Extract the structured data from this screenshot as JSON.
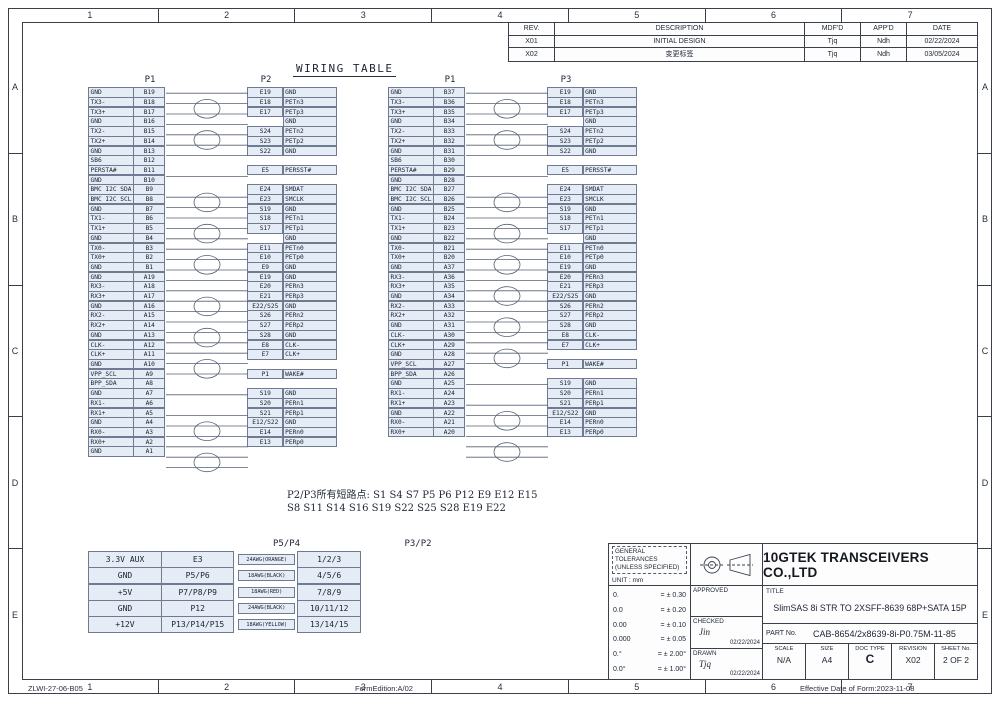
{
  "frame": {
    "cols": [
      "1",
      "2",
      "3",
      "4",
      "5",
      "6",
      "7"
    ],
    "rows": [
      "A",
      "B",
      "C",
      "D",
      "E"
    ],
    "doc_code": "ZLWI-27-06-B05",
    "form_edition": "FormEdition:A/02",
    "effective": "Effective Date of Form:2023-11-08"
  },
  "revision_table": {
    "headers": {
      "rev": "REV.",
      "description": "DESCRIPTION",
      "mdfd": "MDF'D",
      "appd": "APP'D",
      "date": "DATE"
    },
    "rows": [
      {
        "rev": "X01",
        "description": "INITIAL DESIGN",
        "mdfd": "Tjq",
        "appd": "Ndh",
        "date": "02/22/2024"
      },
      {
        "rev": "X02",
        "description": "变更标签",
        "mdfd": "Tjq",
        "appd": "Ndh",
        "date": "03/05/2024"
      }
    ]
  },
  "wiring": {
    "title": "WIRING TABLE",
    "note1": "P2/P3所有短路点: S1 S4 S7 P5 P6 P12 E9 E12 E15",
    "note2": "S8 S11 S14 S16 S19 S22 S25 S28 E19 E22",
    "left": {
      "h1": "P1",
      "h2": "P2",
      "rows": [
        {
          "sl": "GND",
          "pl": "B19",
          "pr": "E19",
          "sr": "GND"
        },
        {
          "sl": "TX3-",
          "pl": "B18",
          "pr": "E18",
          "sr": "PETn3",
          "tw": 1
        },
        {
          "sl": "TX3+",
          "pl": "B17",
          "pr": "E17",
          "sr": "PETp3"
        },
        {
          "sl": "GND",
          "pl": "B16",
          "pr": "",
          "sr": "GND"
        },
        {
          "sl": "TX2-",
          "pl": "B15",
          "pr": "S24",
          "sr": "PETn2",
          "tw": 1
        },
        {
          "sl": "TX2+",
          "pl": "B14",
          "pr": "S23",
          "sr": "PETp2"
        },
        {
          "sl": "GND",
          "pl": "B13",
          "pr": "S22",
          "sr": "GND"
        },
        {
          "sl": "SB6",
          "pl": "B12",
          "pr": "",
          "sr": ""
        },
        {
          "sl": "PERSTA#",
          "pl": "B11",
          "pr": "E5",
          "sr": "PERSST#"
        },
        {
          "sl": "GND",
          "pl": "B10",
          "pr": "",
          "sr": ""
        },
        {
          "sl": "BMC I2C SDA",
          "pl": "B9",
          "pr": "E24",
          "sr": "SMDAT",
          "tw": 1
        },
        {
          "sl": "BMC I2C SCL",
          "pl": "B8",
          "pr": "E23",
          "sr": "SMCLK"
        },
        {
          "sl": "GND",
          "pl": "B7",
          "pr": "S19",
          "sr": "GND"
        },
        {
          "sl": "TX1-",
          "pl": "B6",
          "pr": "S18",
          "sr": "PETn1",
          "tw": 1
        },
        {
          "sl": "TX1+",
          "pl": "B5",
          "pr": "S17",
          "sr": "PETp1"
        },
        {
          "sl": "GND",
          "pl": "B4",
          "pr": "",
          "sr": "GND"
        },
        {
          "sl": "TX0-",
          "pl": "B3",
          "pr": "E11",
          "sr": "PETn0",
          "tw": 1
        },
        {
          "sl": "TX0+",
          "pl": "B2",
          "pr": "E10",
          "sr": "PETp0"
        },
        {
          "sl": "GND",
          "pl": "B1",
          "pr": "E9",
          "sr": "GND"
        },
        {
          "sl": "GND",
          "pl": "A19",
          "pr": "E19",
          "sr": "GND"
        },
        {
          "sl": "RX3-",
          "pl": "A18",
          "pr": "E20",
          "sr": "PERn3",
          "tw": 1
        },
        {
          "sl": "RX3+",
          "pl": "A17",
          "pr": "E21",
          "sr": "PERp3"
        },
        {
          "sl": "GND",
          "pl": "A16",
          "pr": "E22/S25",
          "sr": "GND"
        },
        {
          "sl": "RX2-",
          "pl": "A15",
          "pr": "S26",
          "sr": "PERn2",
          "tw": 1
        },
        {
          "sl": "RX2+",
          "pl": "A14",
          "pr": "S27",
          "sr": "PERp2"
        },
        {
          "sl": "GND",
          "pl": "A13",
          "pr": "S28",
          "sr": "GND"
        },
        {
          "sl": "CLK-",
          "pl": "A12",
          "pr": "E8",
          "sr": "CLK-",
          "tw": 1
        },
        {
          "sl": "CLK+",
          "pl": "A11",
          "pr": "E7",
          "sr": "CLK+"
        },
        {
          "sl": "GND",
          "pl": "A10",
          "pr": "",
          "sr": ""
        },
        {
          "sl": "VPP_SCL",
          "pl": "A9",
          "pr": "P1",
          "sr": "WAKE#"
        },
        {
          "sl": "BPP_SDA",
          "pl": "A8",
          "pr": "",
          "sr": ""
        },
        {
          "sl": "GND",
          "pl": "A7",
          "pr": "S19",
          "sr": "GND"
        },
        {
          "sl": "RX1-",
          "pl": "A6",
          "pr": "S20",
          "sr": "PERn1",
          "tw": 1
        },
        {
          "sl": "RX1+",
          "pl": "A5",
          "pr": "S21",
          "sr": "PERp1"
        },
        {
          "sl": "GND",
          "pl": "A4",
          "pr": "E12/S22",
          "sr": "GND"
        },
        {
          "sl": "RX0-",
          "pl": "A3",
          "pr": "E14",
          "sr": "PERn0",
          "tw": 1
        },
        {
          "sl": "RX0+",
          "pl": "A2",
          "pr": "E13",
          "sr": "PERp0"
        },
        {
          "sl": "GND",
          "pl": "A1",
          "pr": "",
          "sr": ""
        }
      ]
    },
    "right": {
      "h1": "P1",
      "h2": "P3",
      "rows": [
        {
          "sl": "GND",
          "pl": "B37",
          "pr": "E19",
          "sr": "GND"
        },
        {
          "sl": "TX3-",
          "pl": "B36",
          "pr": "E18",
          "sr": "PETn3",
          "tw": 1
        },
        {
          "sl": "TX3+",
          "pl": "B35",
          "pr": "E17",
          "sr": "PETp3"
        },
        {
          "sl": "GND",
          "pl": "B34",
          "pr": "",
          "sr": "GND"
        },
        {
          "sl": "TX2-",
          "pl": "B33",
          "pr": "S24",
          "sr": "PETn2",
          "tw": 1
        },
        {
          "sl": "TX2+",
          "pl": "B32",
          "pr": "S23",
          "sr": "PETp2"
        },
        {
          "sl": "GND",
          "pl": "B31",
          "pr": "S22",
          "sr": "GND"
        },
        {
          "sl": "SB6",
          "pl": "B30",
          "pr": "",
          "sr": ""
        },
        {
          "sl": "PERSTA#",
          "pl": "B29",
          "pr": "E5",
          "sr": "PERSST#"
        },
        {
          "sl": "GND",
          "pl": "B28",
          "pr": "",
          "sr": ""
        },
        {
          "sl": "BMC I2C SDA",
          "pl": "B27",
          "pr": "E24",
          "sr": "SMDAT",
          "tw": 1
        },
        {
          "sl": "BMC I2C SCL",
          "pl": "B26",
          "pr": "E23",
          "sr": "SMCLK"
        },
        {
          "sl": "GND",
          "pl": "B25",
          "pr": "S19",
          "sr": "GND"
        },
        {
          "sl": "TX1-",
          "pl": "B24",
          "pr": "S18",
          "sr": "PETn1",
          "tw": 1
        },
        {
          "sl": "TX1+",
          "pl": "B23",
          "pr": "S17",
          "sr": "PETp1"
        },
        {
          "sl": "GND",
          "pl": "B22",
          "pr": "",
          "sr": "GND"
        },
        {
          "sl": "TX0-",
          "pl": "B21",
          "pr": "E11",
          "sr": "PETn0",
          "tw": 1
        },
        {
          "sl": "TX0+",
          "pl": "B20",
          "pr": "E10",
          "sr": "PETp0"
        },
        {
          "sl": "GND",
          "pl": "A37",
          "pr": "E19",
          "sr": "GND"
        },
        {
          "sl": "RX3-",
          "pl": "A36",
          "pr": "E20",
          "sr": "PERn3",
          "tw": 1
        },
        {
          "sl": "RX3+",
          "pl": "A35",
          "pr": "E21",
          "sr": "PERp3"
        },
        {
          "sl": "GND",
          "pl": "A34",
          "pr": "E22/S25",
          "sr": "GND"
        },
        {
          "sl": "RX2-",
          "pl": "A33",
          "pr": "S26",
          "sr": "PERn2",
          "tw": 1
        },
        {
          "sl": "RX2+",
          "pl": "A32",
          "pr": "S27",
          "sr": "PERp2"
        },
        {
          "sl": "GND",
          "pl": "A31",
          "pr": "S28",
          "sr": "GND"
        },
        {
          "sl": "CLK-",
          "pl": "A30",
          "pr": "E8",
          "sr": "CLK-",
          "tw": 1
        },
        {
          "sl": "CLK+",
          "pl": "A29",
          "pr": "E7",
          "sr": "CLK+"
        },
        {
          "sl": "GND",
          "pl": "A28",
          "pr": "",
          "sr": ""
        },
        {
          "sl": "VPP_SCL",
          "pl": "A27",
          "pr": "P1",
          "sr": "WAKE#"
        },
        {
          "sl": "BPP_SDA",
          "pl": "A26",
          "pr": "",
          "sr": ""
        },
        {
          "sl": "GND",
          "pl": "A25",
          "pr": "S19",
          "sr": "GND"
        },
        {
          "sl": "RX1-",
          "pl": "A24",
          "pr": "S20",
          "sr": "PERn1",
          "tw": 1
        },
        {
          "sl": "RX1+",
          "pl": "A23",
          "pr": "S21",
          "sr": "PERp1"
        },
        {
          "sl": "GND",
          "pl": "A22",
          "pr": "E12/S22",
          "sr": "GND"
        },
        {
          "sl": "RX0-",
          "pl": "A21",
          "pr": "E14",
          "sr": "PERn0",
          "tw": 1
        },
        {
          "sl": "RX0+",
          "pl": "A20",
          "pr": "E13",
          "sr": "PERp0"
        }
      ]
    }
  },
  "bottom": {
    "p54_title": "P5/P4",
    "p32_title": "P3/P2",
    "rows": [
      {
        "signal": "3.3V AUX",
        "pins": "E3",
        "wire": "24AWG(ORANGE)",
        "targets": "1/2/3"
      },
      {
        "signal": "GND",
        "pins": "P5/P6",
        "wire": "18AWG(BLACK)",
        "targets": "4/5/6"
      },
      {
        "signal": "+5V",
        "pins": "P7/P8/P9",
        "wire": "18AWG(RED)",
        "targets": "7/8/9"
      },
      {
        "signal": "GND",
        "pins": "P12",
        "wire": "24AWG(BLACK)",
        "targets": "10/11/12"
      },
      {
        "signal": "+12V",
        "pins": "P13/P14/P15",
        "wire": "18AWG(YELLOW)",
        "targets": "13/14/15"
      }
    ]
  },
  "title_block": {
    "tol_title": "GENERAL TOLERANCES",
    "tol_sub": "(UNLESS SPECIFIED)",
    "unit": "UNIT : mm",
    "tolerances": [
      {
        "fmt": "0.",
        "val": "= ± 0.30"
      },
      {
        "fmt": "0.0",
        "val": "= ± 0.20"
      },
      {
        "fmt": "0.00",
        "val": "= ± 0.10"
      },
      {
        "fmt": "0.000",
        "val": "= ± 0.05"
      },
      {
        "fmt": "0.°",
        "val": "= ± 2.00°"
      },
      {
        "fmt": "0.0°",
        "val": "= ± 1.00°"
      }
    ],
    "approved_label": "APPROVED",
    "checked_label": "CHECKED",
    "checked_name": "Jin",
    "checked_date": "02/22/2024",
    "drawn_label": "DRAWN",
    "drawn_name": "Tjq",
    "drawn_date": "02/22/2024",
    "company": "10GTEK TRANSCEIVERS CO.,LTD",
    "title_label": "TITLE",
    "title_text": "SlimSAS 8i STR TO 2XSFF-8639 68P+SATA 15P",
    "part_label": "PART No.",
    "part_no": "CAB-8654/2x8639-8i-P0.75M-11-85",
    "cells": [
      {
        "label": "SCALE",
        "value": "N/A"
      },
      {
        "label": "SIZE",
        "value": "A4"
      },
      {
        "label": "DOC TYPE",
        "value": "C"
      },
      {
        "label": "REVISION",
        "value": "X02"
      },
      {
        "label": "SHEET No.",
        "value": "2 OF 2"
      }
    ]
  }
}
